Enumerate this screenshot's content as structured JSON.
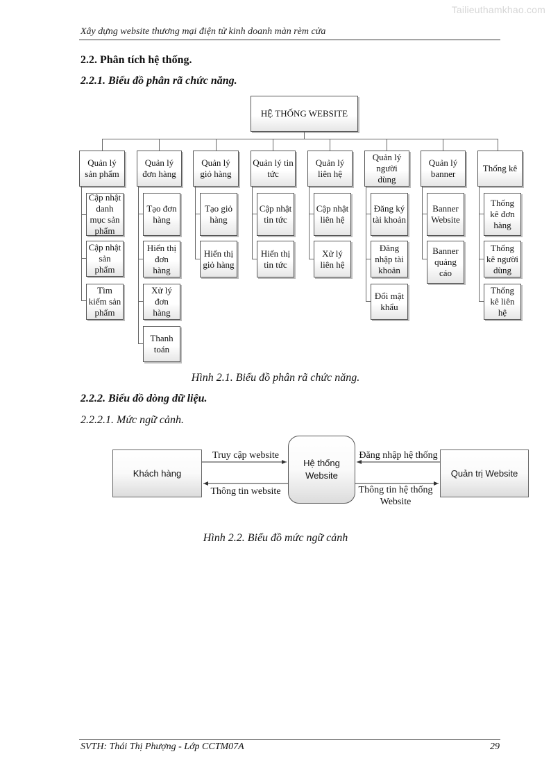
{
  "watermark": "Tailieuthamkhao.com",
  "header": {
    "title": "Xây dựng website thương mại điện tử kinh doanh màn rèm cửa"
  },
  "section": {
    "h2": "2.2. Phân tích hệ thống.",
    "h3_1": "2.2.1. Biểu đồ phân rã chức năng.",
    "h3_2": "2.2.2. Biểu đồ dòng dữ liệu.",
    "h4_1": "2.2.2.1. Mức ngữ cảnh."
  },
  "fig1": {
    "root": "HỆ THỐNG WEBSITE",
    "groups": [
      {
        "label": "Quản lý sản phẩm",
        "children": [
          "Cập nhật danh mục sản phẩm",
          "Cập nhật sản phẩm",
          "Tìm kiếm sản phẩm"
        ]
      },
      {
        "label": "Quản lý đơn hàng",
        "children": [
          "Tạo đơn hàng",
          "Hiển thị đơn hàng",
          "Xử lý đơn hàng",
          "Thanh toán"
        ]
      },
      {
        "label": "Quản lý giỏ hàng",
        "children": [
          "Tạo giỏ hàng",
          "Hiển thị giỏ hàng"
        ]
      },
      {
        "label": "Quản lý tin tức",
        "children": [
          "Cập nhật tin tức",
          "Hiển thị tin tức"
        ]
      },
      {
        "label": "Quản lý liên hệ",
        "children": [
          "Cập nhật liên hệ",
          "Xử lý liên hệ"
        ]
      },
      {
        "label": "Quản lý người dùng",
        "children": [
          "Đăng ký tài khoản",
          "Đăng nhập tài khoản",
          "Đổi mật khẩu"
        ]
      },
      {
        "label": "Quản lý banner",
        "children": [
          "Banner Website",
          "Banner quảng cáo"
        ]
      },
      {
        "label": "Thống kê",
        "children": [
          "Thống kê đơn hàng",
          "Thống kê người dùng",
          "Thống kê liên hệ"
        ]
      }
    ],
    "caption": "Hình 2.1. Biểu đồ phân rã chức năng."
  },
  "fig2": {
    "left": "Khách hàng",
    "center": "Hệ thống Website",
    "right": "Quản trị Website",
    "arrow_top_left": "Truy cập website",
    "arrow_bottom_left": "Thông tin website",
    "arrow_top_right": "Đăng nhập hệ thống",
    "arrow_bottom_right": "Thông tin hệ thống Website",
    "caption": "Hình 2.2. Biểu đồ mức ngữ cảnh"
  },
  "footer": {
    "author": "SVTH: Thái Thị Phượng - Lớp CCTM07A",
    "page": "29"
  }
}
